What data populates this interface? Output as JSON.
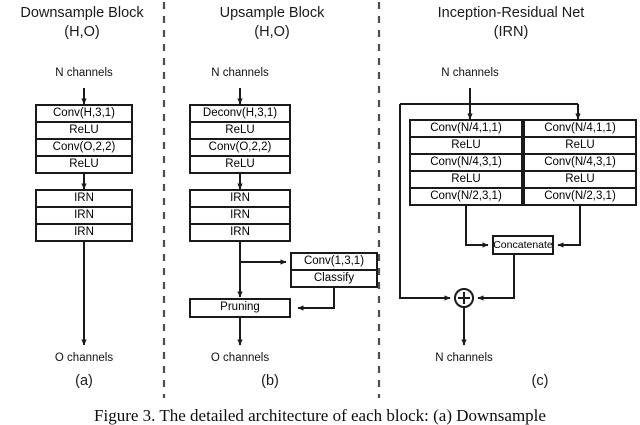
{
  "figure": {
    "caption": "Figure 3. The detailed architecture of each block: (a) Downsample"
  },
  "panels": [
    {
      "id": "downsample",
      "title_line1": "Downsample Block",
      "title_line2": "(H,O)",
      "input_label": "N channels",
      "output_label": "O channels",
      "panel_label": "(a)",
      "group1": [
        "Conv(H,3,1)",
        "ReLU",
        "Conv(O,2,2)",
        "ReLU"
      ],
      "group2": [
        "IRN",
        "IRN",
        "IRN"
      ]
    },
    {
      "id": "upsample",
      "title_line1": "Upsample Block",
      "title_line2": "(H,O)",
      "input_label": "N channels",
      "output_label": "O channels",
      "panel_label": "(b)",
      "group1": [
        "Deconv(H,3,1)",
        "ReLU",
        "Conv(O,2,2)",
        "ReLU"
      ],
      "group2": [
        "IRN",
        "IRN",
        "IRN"
      ],
      "side_group": [
        "Conv(1,3,1)",
        "Classify"
      ],
      "merge_box": "Pruning"
    },
    {
      "id": "irn",
      "title_line1": "Inception-Residual Net",
      "title_line2": "(IRN)",
      "input_label": "N channels",
      "output_label": "N channels",
      "panel_label": "(c)",
      "branch_left": [
        "Conv(N/4,1,1)",
        "ReLU",
        "Conv(N/4,3,1)",
        "ReLU",
        "Conv(N/2,3,1)"
      ],
      "branch_right": [
        "Conv(N/4,1,1)",
        "ReLU",
        "Conv(N/4,3,1)",
        "ReLU",
        "Conv(N/2,3,1)"
      ],
      "concat_box": "Concatenate",
      "sum_symbol": "+"
    }
  ],
  "colors": {
    "stroke": "#1a1a1a",
    "box_fill": "#ffffff",
    "divider": "#4d4d4d",
    "text": "#000000"
  }
}
